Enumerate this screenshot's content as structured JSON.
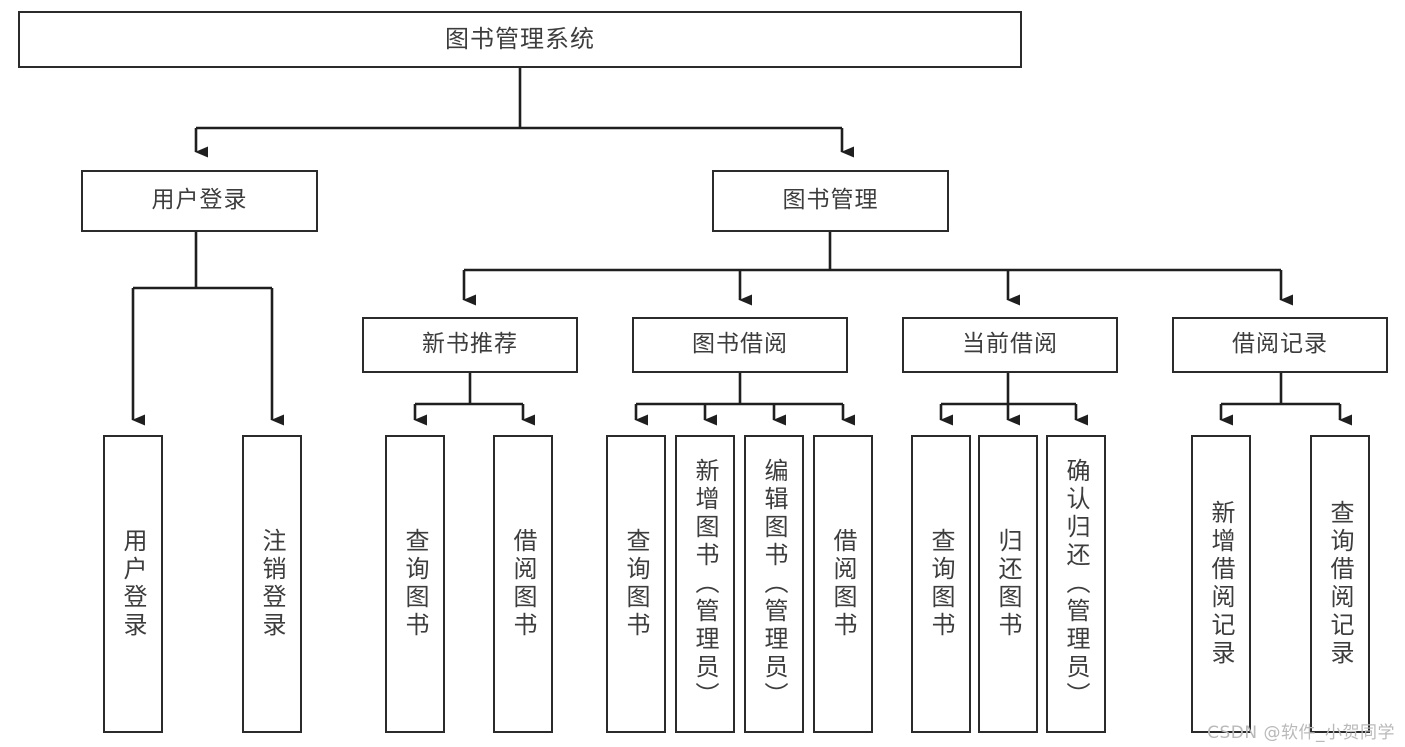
{
  "diagram": {
    "title": "图书管理系统",
    "type": "tree-hierarchy-chart",
    "watermark": "CSDN @软件_小贺同学",
    "colors": {
      "box_border": "#2b2b2b",
      "box_fill": "#ffffff",
      "text": "#3d3d3d",
      "connector": "#1f1f1f",
      "watermark": "#b9b9b9",
      "background": "#ffffff"
    },
    "nodes": {
      "root": {
        "id": "root",
        "label": "图书管理系统"
      },
      "level2": [
        {
          "id": "user-login",
          "label": "用户登录"
        },
        {
          "id": "book-manage",
          "label": "图书管理"
        }
      ],
      "level3": [
        {
          "id": "new-book-rec",
          "label": "新书推荐"
        },
        {
          "id": "book-borrow",
          "label": "图书借阅"
        },
        {
          "id": "current-borrow",
          "label": "当前借阅"
        },
        {
          "id": "borrow-record",
          "label": "借阅记录"
        }
      ],
      "leaves": [
        {
          "id": "leaf-user-login",
          "parent": "user-login",
          "label": "用户登录"
        },
        {
          "id": "leaf-logout",
          "parent": "user-login",
          "label": "注销登录"
        },
        {
          "id": "leaf-query-book-1",
          "parent": "new-book-rec",
          "label": "查询图书"
        },
        {
          "id": "leaf-borrow-book-1",
          "parent": "new-book-rec",
          "label": "借阅图书"
        },
        {
          "id": "leaf-query-book-2",
          "parent": "book-borrow",
          "label": "查询图书"
        },
        {
          "id": "leaf-add-book",
          "parent": "book-borrow",
          "label": "新增图书（管理员）"
        },
        {
          "id": "leaf-edit-book",
          "parent": "book-borrow",
          "label": "编辑图书（管理员）"
        },
        {
          "id": "leaf-borrow-book-2",
          "parent": "book-borrow",
          "label": "借阅图书"
        },
        {
          "id": "leaf-query-book-3",
          "parent": "current-borrow",
          "label": "查询图书"
        },
        {
          "id": "leaf-return-book",
          "parent": "current-borrow",
          "label": "归还图书"
        },
        {
          "id": "leaf-confirm-return",
          "parent": "current-borrow",
          "label": "确认归还（管理员）"
        },
        {
          "id": "leaf-add-record",
          "parent": "borrow-record",
          "label": "新增借阅记录"
        },
        {
          "id": "leaf-query-record",
          "parent": "borrow-record",
          "label": "查询借阅记录"
        }
      ]
    }
  }
}
